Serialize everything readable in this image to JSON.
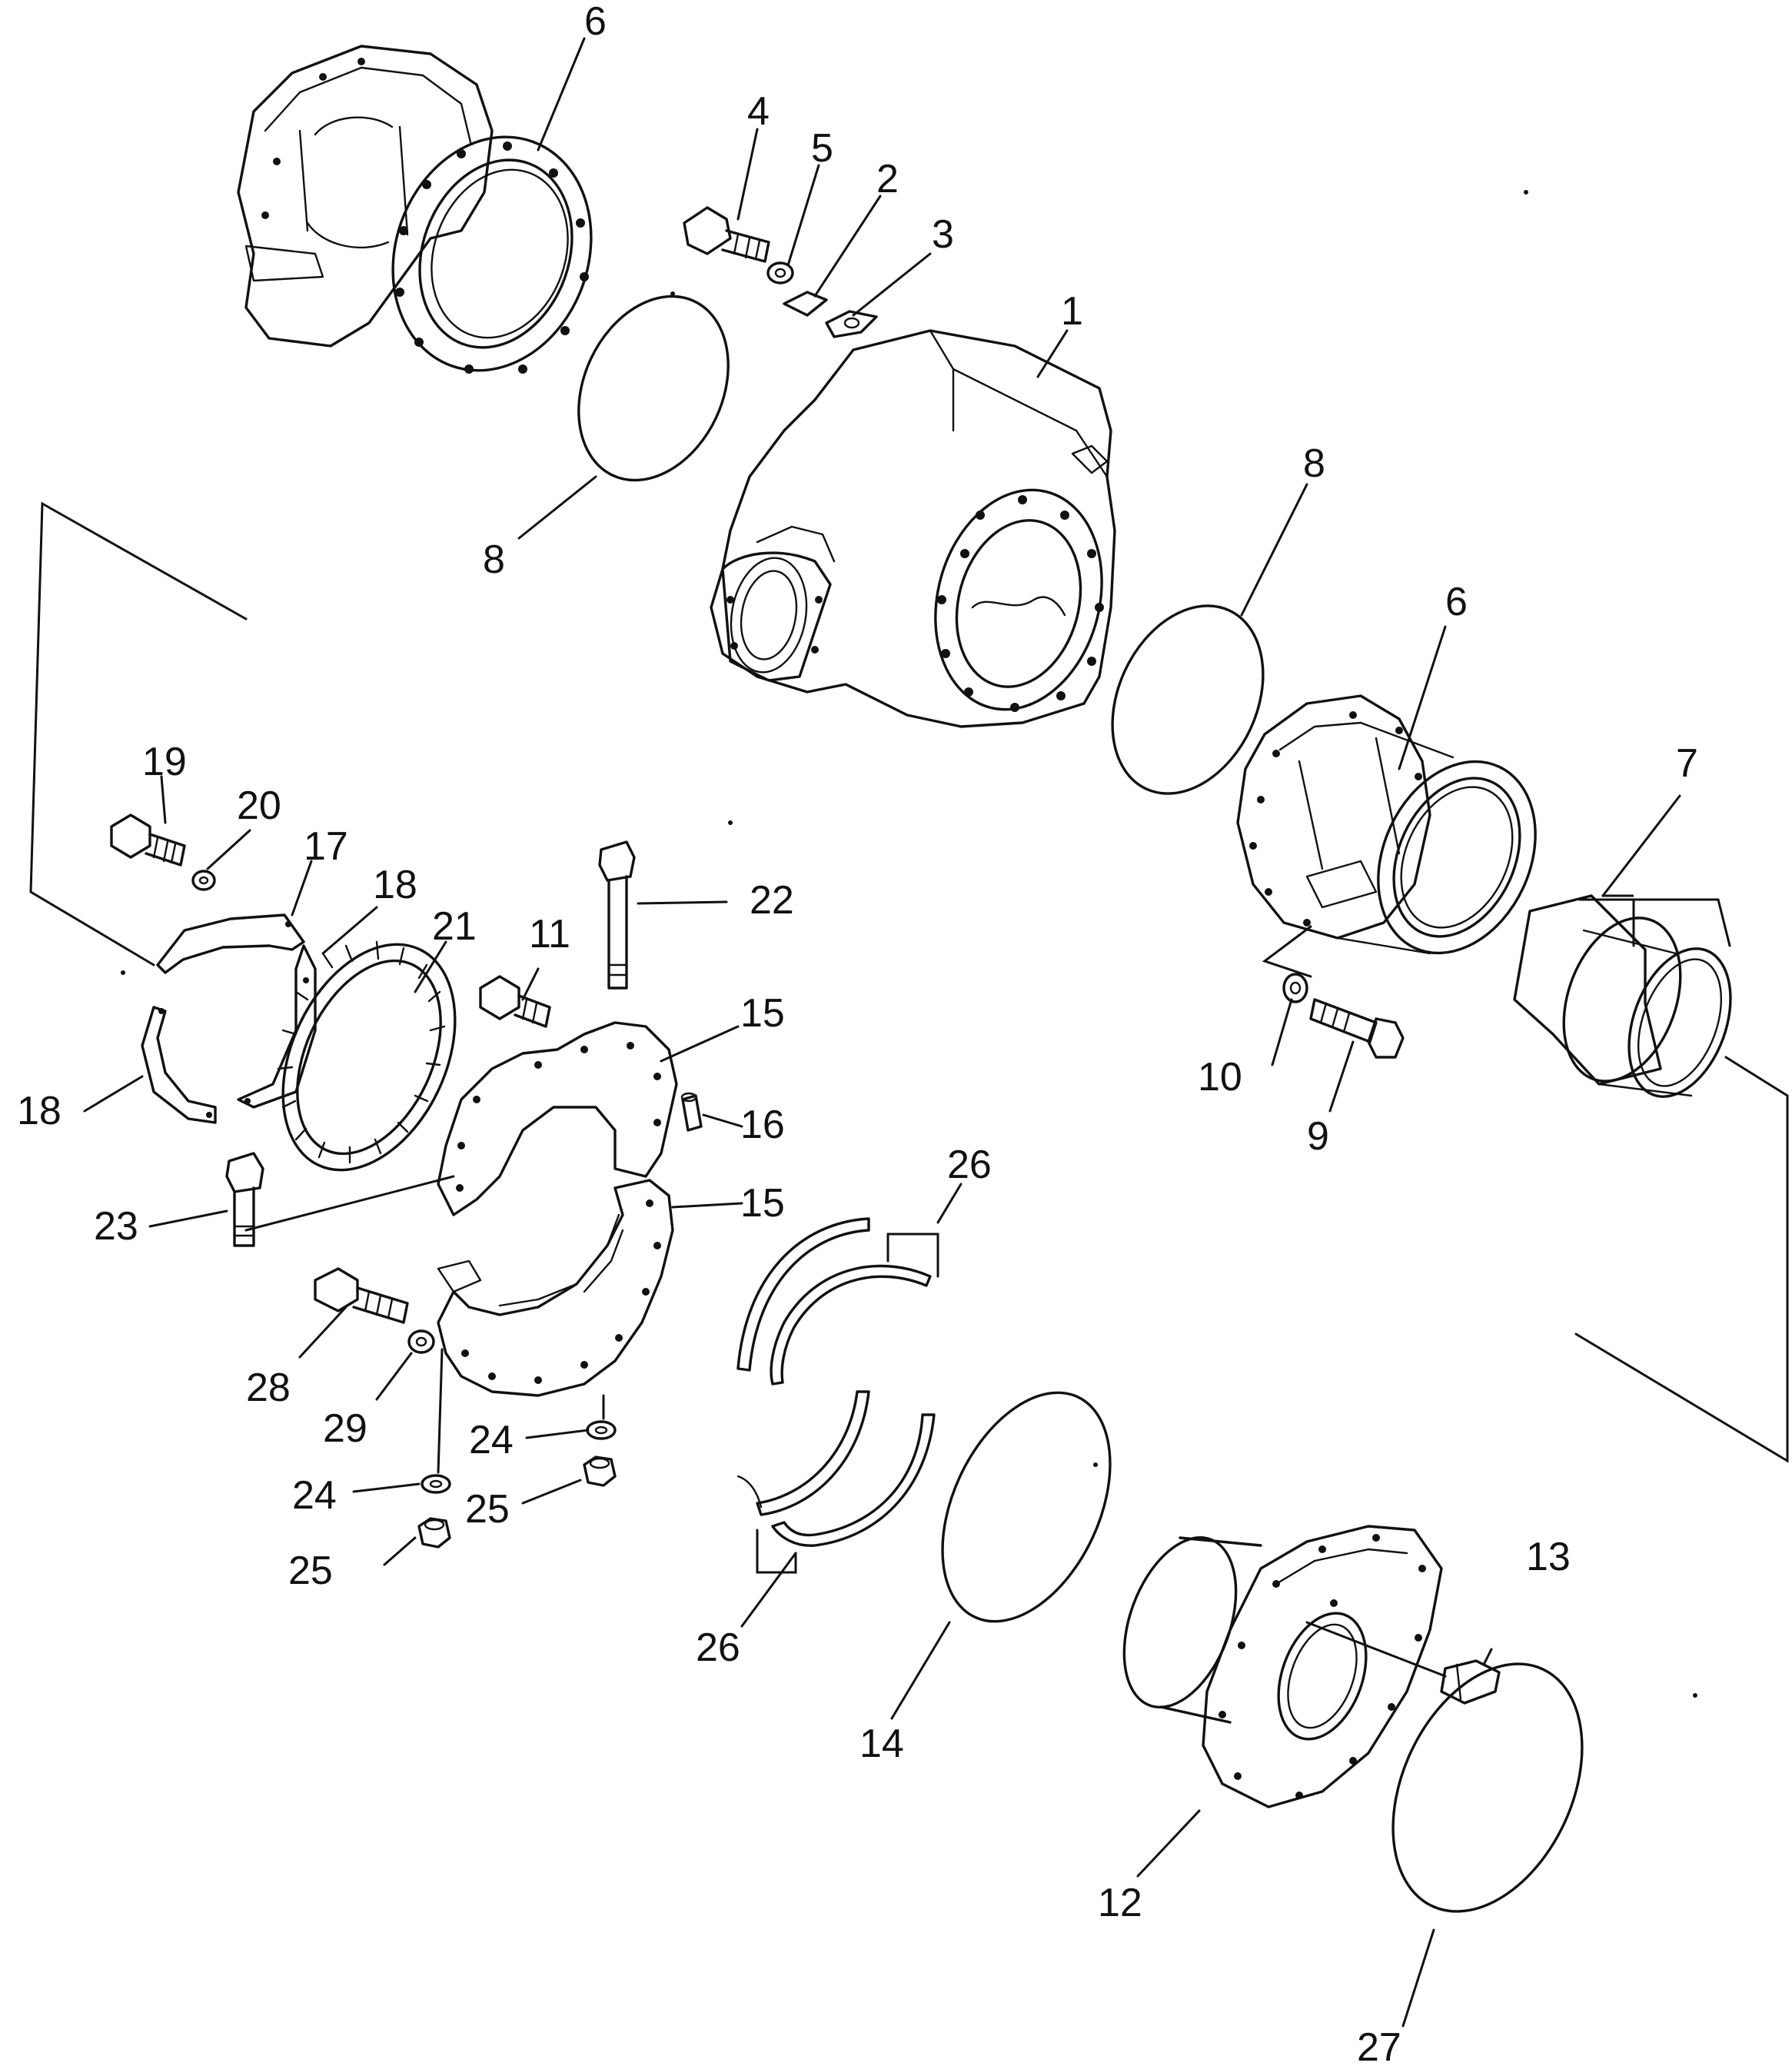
{
  "diagram": {
    "colors": {
      "ink": "#111111",
      "paper": "#ffffff"
    },
    "callouts": [
      {
        "id": "c6a",
        "text": "6"
      },
      {
        "id": "c4",
        "text": "4"
      },
      {
        "id": "c5",
        "text": "5"
      },
      {
        "id": "c2",
        "text": "2"
      },
      {
        "id": "c3",
        "text": "3"
      },
      {
        "id": "c1",
        "text": "1"
      },
      {
        "id": "c8a",
        "text": "8"
      },
      {
        "id": "c8b",
        "text": "8"
      },
      {
        "id": "c6b",
        "text": "6"
      },
      {
        "id": "c7",
        "text": "7"
      },
      {
        "id": "c19",
        "text": "19"
      },
      {
        "id": "c20",
        "text": "20"
      },
      {
        "id": "c17",
        "text": "17"
      },
      {
        "id": "c18a",
        "text": "18"
      },
      {
        "id": "c21",
        "text": "21"
      },
      {
        "id": "c11",
        "text": "11"
      },
      {
        "id": "c22",
        "text": "22"
      },
      {
        "id": "c15a",
        "text": "15"
      },
      {
        "id": "c16",
        "text": "16"
      },
      {
        "id": "c15b",
        "text": "15"
      },
      {
        "id": "c18b",
        "text": "18"
      },
      {
        "id": "c23",
        "text": "23"
      },
      {
        "id": "c10",
        "text": "10"
      },
      {
        "id": "c9",
        "text": "9"
      },
      {
        "id": "c26a",
        "text": "26"
      },
      {
        "id": "c28",
        "text": "28"
      },
      {
        "id": "c29",
        "text": "29"
      },
      {
        "id": "c24a",
        "text": "24"
      },
      {
        "id": "c24b",
        "text": "24"
      },
      {
        "id": "c25a",
        "text": "25"
      },
      {
        "id": "c25b",
        "text": "25"
      },
      {
        "id": "c26b",
        "text": "26"
      },
      {
        "id": "c13",
        "text": "13"
      },
      {
        "id": "c14",
        "text": "14"
      },
      {
        "id": "c12",
        "text": "12"
      },
      {
        "id": "c27",
        "text": "27"
      }
    ]
  }
}
